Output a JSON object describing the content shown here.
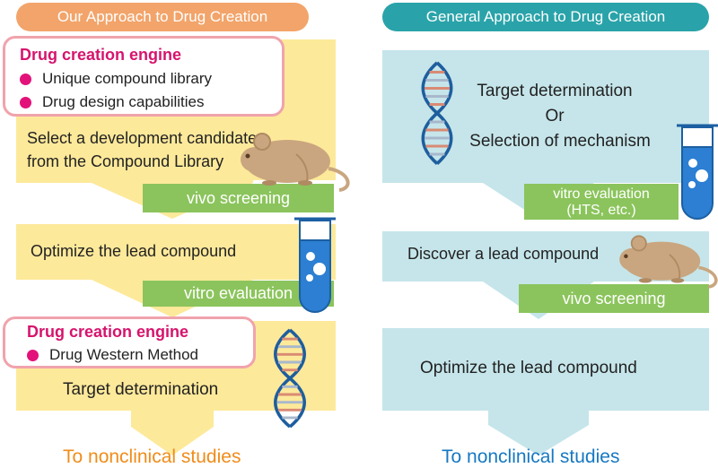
{
  "left": {
    "header": "Our Approach to Drug Creation",
    "engine1": {
      "title": "Drug creation engine",
      "items": [
        "Unique compound library",
        "Drug design capabilities"
      ]
    },
    "step1_text": "Select a development candidate from the Compound Library",
    "step1_tag": "vivo screening",
    "step2_text": "Optimize the lead compound",
    "step2_tag": "vitro evaluation",
    "engine2": {
      "title": "Drug creation engine",
      "items": [
        "Drug Western Method"
      ]
    },
    "step3_text": "Target determination",
    "footer": "To nonclinical studies"
  },
  "right": {
    "header": "General Approach to Drug Creation",
    "step1_line1": "Target determination",
    "step1_line2": "Or",
    "step1_line3": "Selection of mechanism",
    "step1_tag": "vitro evaluation\n(HTS, etc.)",
    "step2_text": "Discover a lead compound",
    "step2_tag": "vivo screening",
    "step3_text": "Optimize the lead compound",
    "footer": "To nonclinical studies"
  },
  "colors": {
    "left_header": "#f2a46a",
    "right_header": "#29a3a9",
    "left_box": "#fde99a",
    "right_box": "#c5e5ea",
    "tag_green": "#8bc45c",
    "left_footer": "#f08c1a",
    "right_footer": "#1778c2",
    "engine_title": "#d6146d"
  },
  "icons": [
    "dna-icon",
    "mouse-icon",
    "test-tube-icon"
  ]
}
